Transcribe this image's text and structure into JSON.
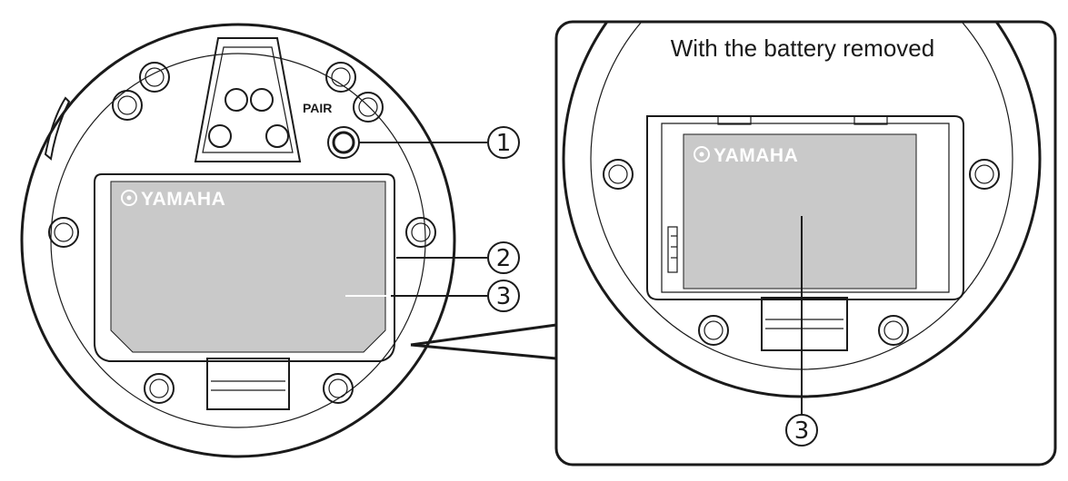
{
  "pair_label": "PAIR",
  "brand_label": "YAMAHA",
  "panel_title": "With the battery removed",
  "callouts": {
    "one": "1",
    "two": "2",
    "three": "3",
    "three_panel": "3"
  },
  "colors": {
    "line": "#1a1a1a",
    "battery_gray": "#c9c9c9",
    "background": "#ffffff"
  }
}
